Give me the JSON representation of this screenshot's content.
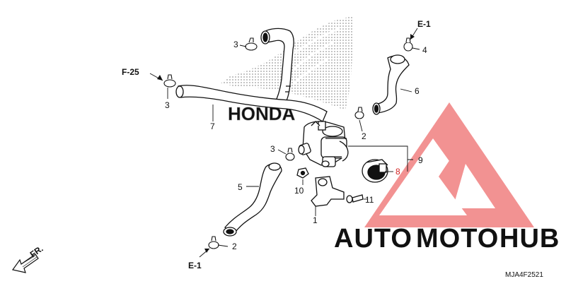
{
  "callouts": {
    "c1": "1",
    "c2a": "2",
    "c2b": "2",
    "c3a": "3",
    "c3b": "3",
    "c3c": "3",
    "c4": "4",
    "c5": "5",
    "c6": "6",
    "c7": "7",
    "c8": "8",
    "c9": "9",
    "c10": "10",
    "c11": "11"
  },
  "references": {
    "f25": "F-25",
    "e1_top": "E-1",
    "e1_bottom": "E-1",
    "front": "FR."
  },
  "diagram_code": "MJA4F2521",
  "logo": {
    "brand_text": "HONDA",
    "watermark_left": "AUTO",
    "watermark_mid": "MOTO",
    "watermark_right": "HUB"
  },
  "colors": {
    "line": "#111111",
    "watermark_red": "#f08080",
    "watermark_orange": "#f5c58a",
    "watermark_gray": "#9e9e9e",
    "callout_red": "#d22222"
  }
}
